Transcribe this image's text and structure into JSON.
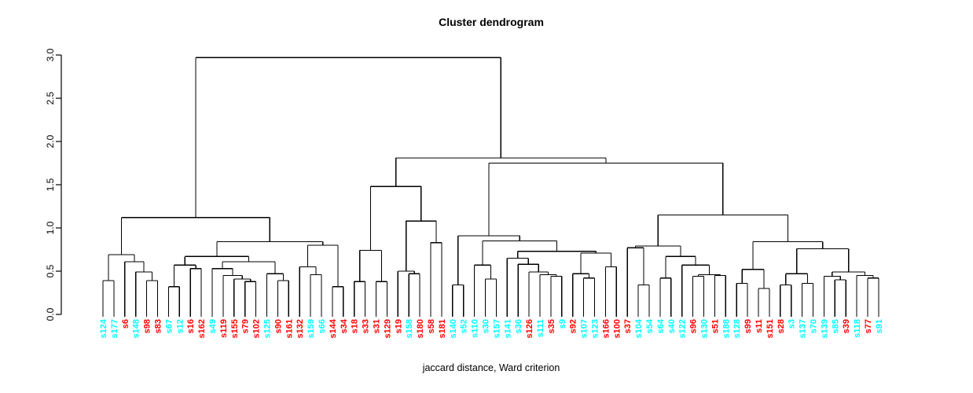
{
  "chart_data": {
    "type": "dendrogram",
    "title": "Cluster dendrogram",
    "xlabel": "jaccard distance, Ward criterion",
    "ylabel": "",
    "ylim": [
      0,
      3
    ],
    "yticks": [
      0.0,
      0.5,
      1.0,
      1.5,
      2.0,
      2.5,
      3.0
    ],
    "grid": false,
    "line_color": "#000000",
    "leaf_colors": {
      "red": "#FF0000",
      "cyan": "#00FFFF"
    },
    "leaves": [
      {
        "label": "s124",
        "color": "cyan"
      },
      {
        "label": "s177",
        "color": "cyan"
      },
      {
        "label": "s6",
        "color": "red"
      },
      {
        "label": "s148",
        "color": "cyan"
      },
      {
        "label": "s98",
        "color": "red"
      },
      {
        "label": "s83",
        "color": "red"
      },
      {
        "label": "s67",
        "color": "cyan"
      },
      {
        "label": "s12",
        "color": "cyan"
      },
      {
        "label": "s16",
        "color": "red"
      },
      {
        "label": "s162",
        "color": "red"
      },
      {
        "label": "s49",
        "color": "cyan"
      },
      {
        "label": "s119",
        "color": "red"
      },
      {
        "label": "s155",
        "color": "red"
      },
      {
        "label": "s79",
        "color": "red"
      },
      {
        "label": "s102",
        "color": "red"
      },
      {
        "label": "s125",
        "color": "cyan"
      },
      {
        "label": "s90",
        "color": "red"
      },
      {
        "label": "s161",
        "color": "red"
      },
      {
        "label": "s132",
        "color": "red"
      },
      {
        "label": "s159",
        "color": "cyan"
      },
      {
        "label": "s66",
        "color": "cyan"
      },
      {
        "label": "s144",
        "color": "red"
      },
      {
        "label": "s34",
        "color": "red"
      },
      {
        "label": "s18",
        "color": "red"
      },
      {
        "label": "s33",
        "color": "red"
      },
      {
        "label": "s31",
        "color": "red"
      },
      {
        "label": "s129",
        "color": "red"
      },
      {
        "label": "s19",
        "color": "red"
      },
      {
        "label": "s158",
        "color": "cyan"
      },
      {
        "label": "s180",
        "color": "red"
      },
      {
        "label": "s58",
        "color": "red"
      },
      {
        "label": "s181",
        "color": "red"
      },
      {
        "label": "s140",
        "color": "cyan"
      },
      {
        "label": "s52",
        "color": "cyan"
      },
      {
        "label": "s110",
        "color": "cyan"
      },
      {
        "label": "s30",
        "color": "cyan"
      },
      {
        "label": "s157",
        "color": "cyan"
      },
      {
        "label": "s141",
        "color": "cyan"
      },
      {
        "label": "s36",
        "color": "cyan"
      },
      {
        "label": "s126",
        "color": "red"
      },
      {
        "label": "s111",
        "color": "cyan"
      },
      {
        "label": "s35",
        "color": "red"
      },
      {
        "label": "s9",
        "color": "cyan"
      },
      {
        "label": "s92",
        "color": "red"
      },
      {
        "label": "s107",
        "color": "cyan"
      },
      {
        "label": "s123",
        "color": "cyan"
      },
      {
        "label": "s166",
        "color": "red"
      },
      {
        "label": "s100",
        "color": "red"
      },
      {
        "label": "s37",
        "color": "red"
      },
      {
        "label": "s104",
        "color": "cyan"
      },
      {
        "label": "s54",
        "color": "cyan"
      },
      {
        "label": "s64",
        "color": "cyan"
      },
      {
        "label": "s40",
        "color": "cyan"
      },
      {
        "label": "s122",
        "color": "cyan"
      },
      {
        "label": "s96",
        "color": "red"
      },
      {
        "label": "s130",
        "color": "cyan"
      },
      {
        "label": "s51",
        "color": "red"
      },
      {
        "label": "s188",
        "color": "cyan"
      },
      {
        "label": "s128",
        "color": "cyan"
      },
      {
        "label": "s99",
        "color": "red"
      },
      {
        "label": "s11",
        "color": "red"
      },
      {
        "label": "s151",
        "color": "red"
      },
      {
        "label": "s28",
        "color": "red"
      },
      {
        "label": "s3",
        "color": "cyan"
      },
      {
        "label": "s137",
        "color": "cyan"
      },
      {
        "label": "s70",
        "color": "cyan"
      },
      {
        "label": "s139",
        "color": "cyan"
      },
      {
        "label": "s85",
        "color": "cyan"
      },
      {
        "label": "s39",
        "color": "red"
      },
      {
        "label": "s118",
        "color": "cyan"
      },
      {
        "label": "s77",
        "color": "red"
      },
      {
        "label": "s91",
        "color": "cyan"
      }
    ],
    "tree": {
      "h": 2.97,
      "c": [
        {
          "h": 1.12,
          "c": [
            {
              "h": 0.69,
              "c": [
                {
                  "h": 0.39,
                  "c": [
                    "s124",
                    "s177"
                  ]
                },
                {
                  "h": 0.61,
                  "c": [
                    "s6",
                    {
                      "h": 0.49,
                      "c": [
                        "s148",
                        {
                          "h": 0.39,
                          "c": [
                            "s98",
                            "s83"
                          ]
                        }
                      ]
                    }
                  ]
                }
              ]
            },
            {
              "h": 0.84,
              "c": [
                {
                  "h": 0.67,
                  "c": [
                    {
                      "h": 0.57,
                      "c": [
                        {
                          "h": 0.32,
                          "c": [
                            "s67",
                            "s12"
                          ]
                        },
                        {
                          "h": 0.53,
                          "c": [
                            "s16",
                            "s162"
                          ]
                        }
                      ]
                    },
                    {
                      "h": 0.61,
                      "c": [
                        {
                          "h": 0.53,
                          "c": [
                            "s49",
                            {
                              "h": 0.45,
                              "c": [
                                "s119",
                                {
                                  "h": 0.41,
                                  "c": [
                                    "s155",
                                    {
                                      "h": 0.38,
                                      "c": [
                                        "s79",
                                        "s102"
                                      ]
                                    }
                                  ]
                                }
                              ]
                            }
                          ]
                        },
                        {
                          "h": 0.47,
                          "c": [
                            "s125",
                            {
                              "h": 0.39,
                              "c": [
                                "s90",
                                "s161"
                              ]
                            }
                          ]
                        }
                      ]
                    }
                  ]
                },
                {
                  "h": 0.8,
                  "c": [
                    {
                      "h": 0.55,
                      "c": [
                        "s132",
                        {
                          "h": 0.46,
                          "c": [
                            "s159",
                            "s66"
                          ]
                        }
                      ]
                    },
                    {
                      "h": 0.32,
                      "c": [
                        "s144",
                        "s34"
                      ]
                    }
                  ]
                }
              ]
            }
          ]
        },
        {
          "h": 1.81,
          "c": [
            {
              "h": 1.48,
              "c": [
                {
                  "h": 0.74,
                  "c": [
                    {
                      "h": 0.38,
                      "c": [
                        "s18",
                        "s33"
                      ]
                    },
                    {
                      "h": 0.38,
                      "c": [
                        "s31",
                        "s129"
                      ]
                    }
                  ]
                },
                {
                  "h": 1.08,
                  "c": [
                    {
                      "h": 0.5,
                      "c": [
                        "s19",
                        {
                          "h": 0.47,
                          "c": [
                            "s158",
                            "s180"
                          ]
                        }
                      ]
                    },
                    {
                      "h": 0.83,
                      "c": [
                        "s58",
                        "s181"
                      ]
                    }
                  ]
                }
              ]
            },
            {
              "h": 1.75,
              "c": [
                {
                  "h": 0.91,
                  "c": [
                    {
                      "h": 0.34,
                      "c": [
                        "s140",
                        "s52"
                      ]
                    },
                    {
                      "h": 0.85,
                      "c": [
                        {
                          "h": 0.57,
                          "c": [
                            "s110",
                            {
                              "h": 0.41,
                              "c": [
                                "s30",
                                "s157"
                              ]
                            }
                          ]
                        },
                        {
                          "h": 0.73,
                          "c": [
                            {
                              "h": 0.65,
                              "c": [
                                "s141",
                                {
                                  "h": 0.58,
                                  "c": [
                                    "s36",
                                    {
                                      "h": 0.49,
                                      "c": [
                                        "s126",
                                        {
                                          "h": 0.46,
                                          "c": [
                                            "s111",
                                            {
                                              "h": 0.44,
                                              "c": [
                                                "s35",
                                                "s9"
                                              ]
                                            }
                                          ]
                                        }
                                      ]
                                    }
                                  ]
                                }
                              ]
                            },
                            {
                              "h": 0.71,
                              "c": [
                                {
                                  "h": 0.47,
                                  "c": [
                                    "s92",
                                    {
                                      "h": 0.42,
                                      "c": [
                                        "s107",
                                        "s123"
                                      ]
                                    }
                                  ]
                                },
                                {
                                  "h": 0.55,
                                  "c": [
                                    "s166",
                                    "s100"
                                  ]
                                }
                              ]
                            }
                          ]
                        }
                      ]
                    }
                  ]
                },
                {
                  "h": 1.15,
                  "c": [
                    {
                      "h": 0.79,
                      "c": [
                        {
                          "h": 0.77,
                          "c": [
                            "s37",
                            {
                              "h": 0.34,
                              "c": [
                                "s104",
                                "s54"
                              ]
                            }
                          ]
                        },
                        {
                          "h": 0.67,
                          "c": [
                            {
                              "h": 0.42,
                              "c": [
                                "s64",
                                "s40"
                              ]
                            },
                            {
                              "h": 0.57,
                              "c": [
                                "s122",
                                {
                                  "h": 0.46,
                                  "c": [
                                    {
                                      "h": 0.44,
                                      "c": [
                                        "s96",
                                        "s130"
                                      ]
                                    },
                                    {
                                      "h": 0.45,
                                      "c": [
                                        "s51",
                                        "s188"
                                      ]
                                    }
                                  ]
                                }
                              ]
                            }
                          ]
                        }
                      ]
                    },
                    {
                      "h": 0.84,
                      "c": [
                        {
                          "h": 0.52,
                          "c": [
                            {
                              "h": 0.36,
                              "c": [
                                "s128",
                                "s99"
                              ]
                            },
                            {
                              "h": 0.3,
                              "c": [
                                "s11",
                                "s151"
                              ]
                            }
                          ]
                        },
                        {
                          "h": 0.76,
                          "c": [
                            {
                              "h": 0.47,
                              "c": [
                                {
                                  "h": 0.34,
                                  "c": [
                                    "s28",
                                    "s3"
                                  ]
                                },
                                {
                                  "h": 0.36,
                                  "c": [
                                    "s137",
                                    "s70"
                                  ]
                                }
                              ]
                            },
                            {
                              "h": 0.49,
                              "c": [
                                {
                                  "h": 0.44,
                                  "c": [
                                    "s139",
                                    {
                                      "h": 0.4,
                                      "c": [
                                        "s85",
                                        "s39"
                                      ]
                                    }
                                  ]
                                },
                                {
                                  "h": 0.45,
                                  "c": [
                                    "s118",
                                    {
                                      "h": 0.42,
                                      "c": [
                                        "s77",
                                        "s91"
                                      ]
                                    }
                                  ]
                                }
                              ]
                            }
                          ]
                        }
                      ]
                    }
                  ]
                }
              ]
            }
          ]
        }
      ]
    }
  }
}
